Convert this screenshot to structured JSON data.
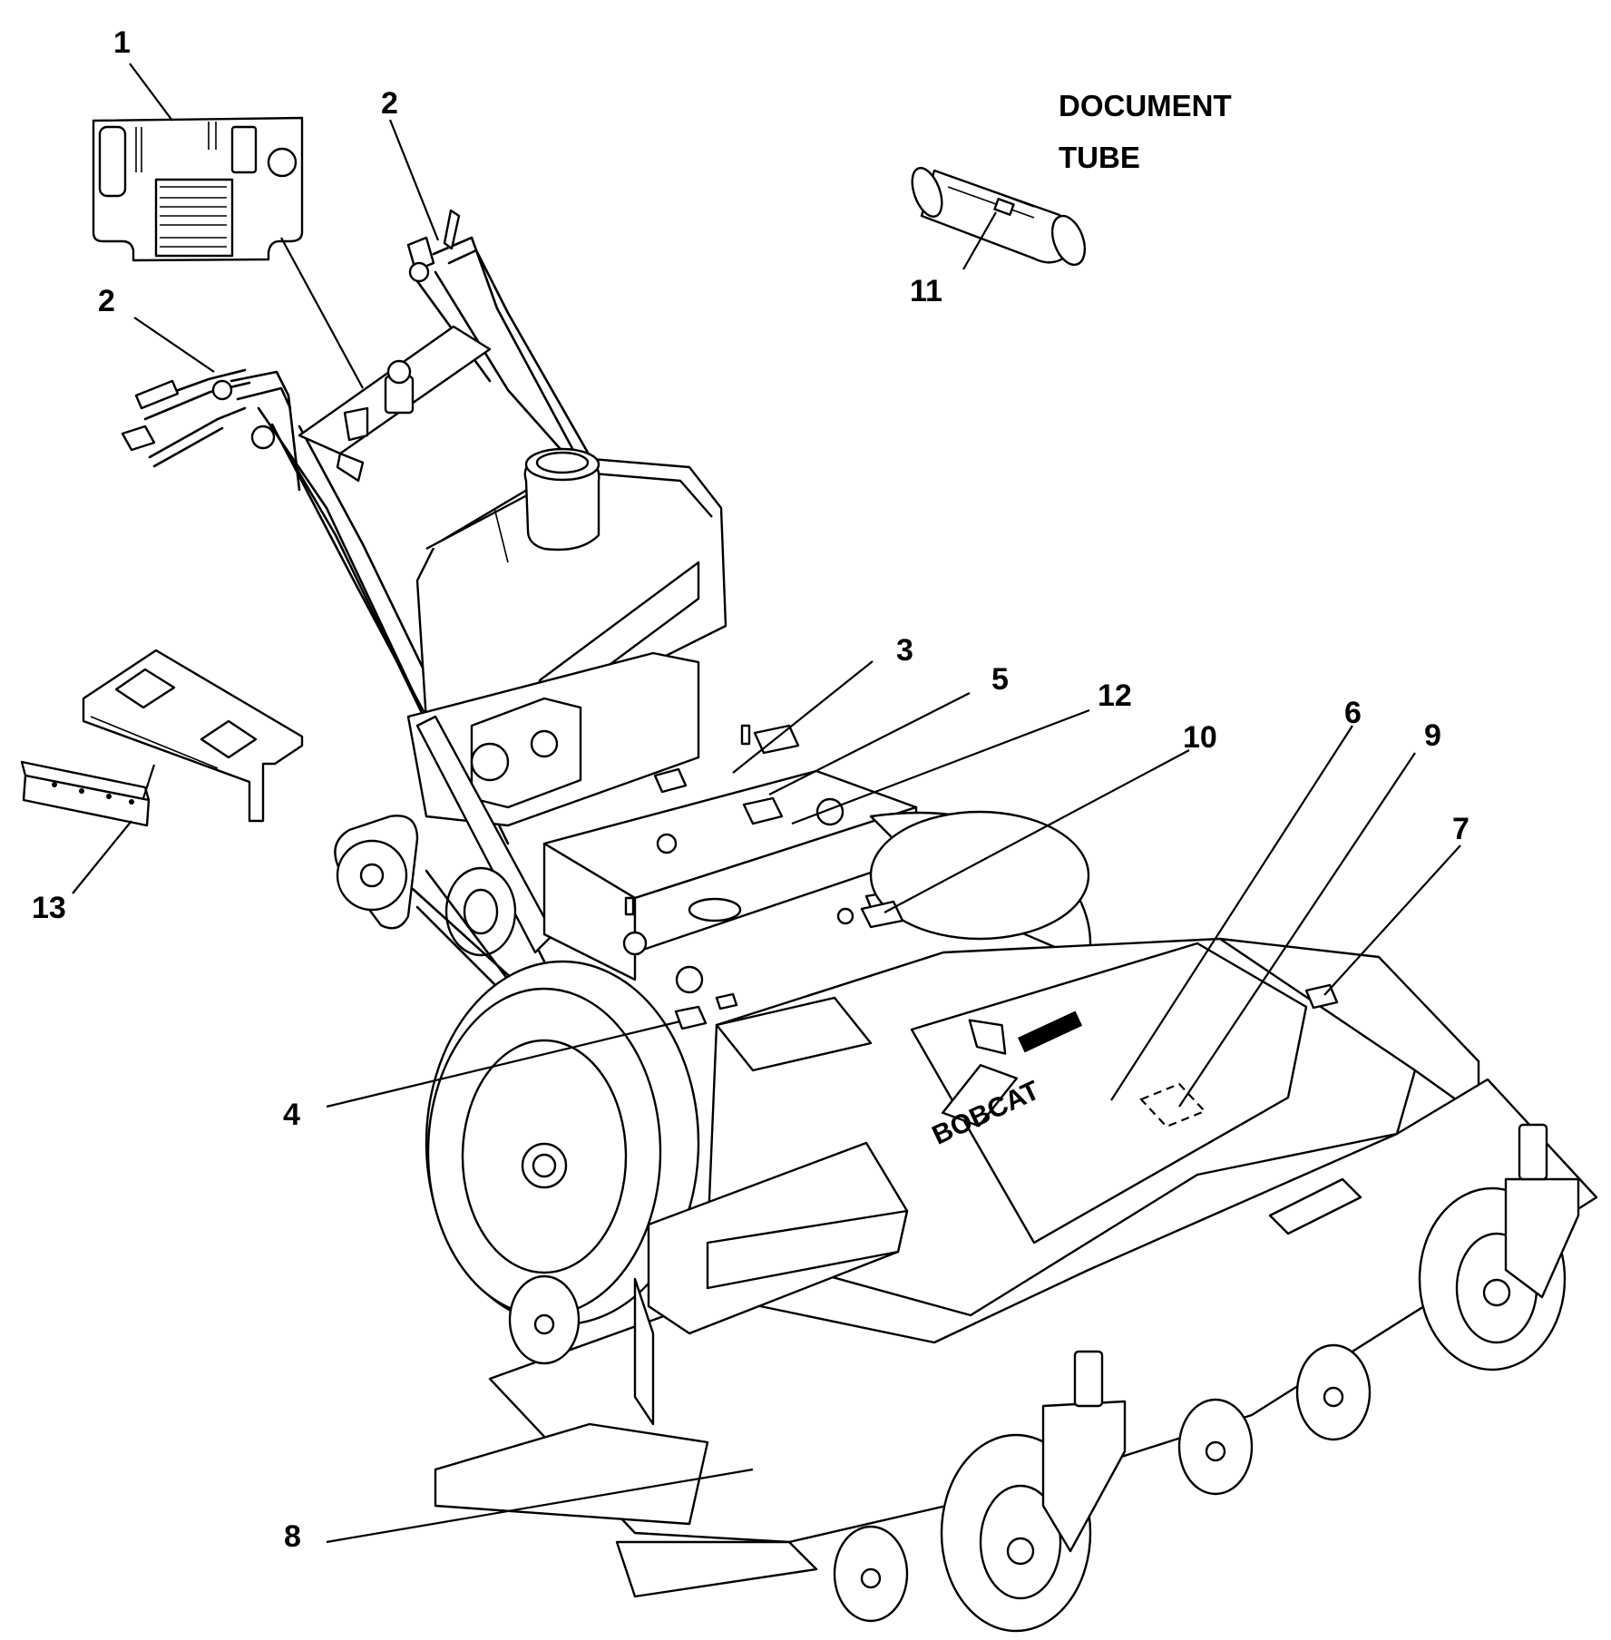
{
  "document_tube_label": {
    "line1": "DOCUMENT",
    "line2": "TUBE"
  },
  "callouts": {
    "c1": "1",
    "c2a": "2",
    "c2b": "2",
    "c3": "3",
    "c4": "4",
    "c5": "5",
    "c6": "6",
    "c7": "7",
    "c8": "8",
    "c9": "9",
    "c10": "10",
    "c11": "11",
    "c12": "12",
    "c13": "13"
  },
  "logo_text": "BOBCAT"
}
